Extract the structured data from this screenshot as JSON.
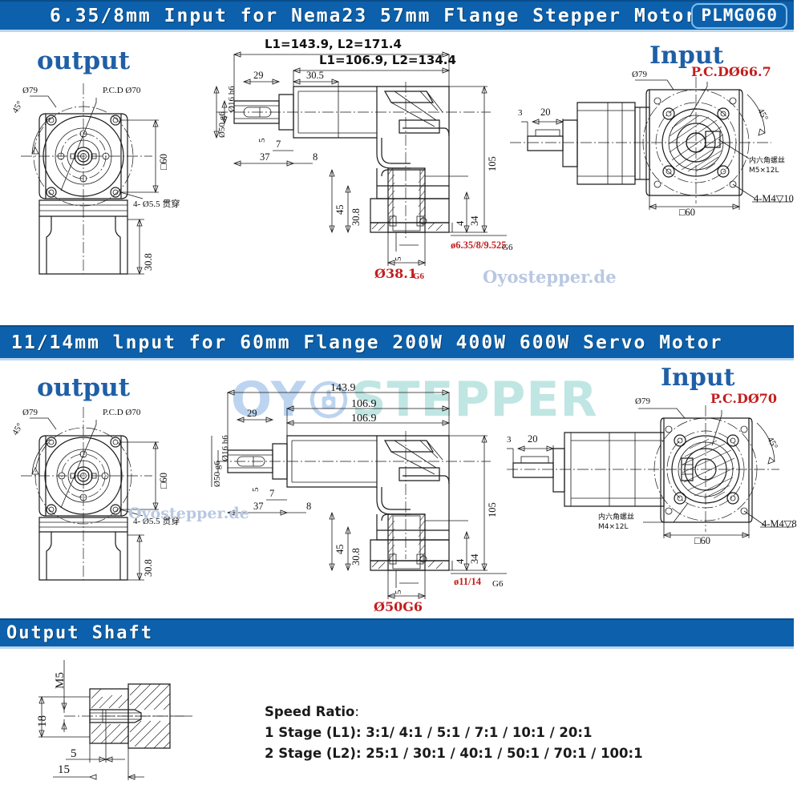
{
  "sections": {
    "stepper_header": {
      "title": "6.35/8mm Input for Nema23 57mm Flange Stepper Motor",
      "badge": "PLMG060"
    },
    "servo_header": {
      "title": "11/14mm lnput for 60mm Flange 200W 400W 600W Servo Motor"
    },
    "shaft_header": {
      "title": "Output Shaft"
    }
  },
  "labels": {
    "output": "output",
    "input": "Input"
  },
  "stepper": {
    "output_view": {
      "dia79": "Ø79",
      "pcd70": "P.C.D Ø70",
      "angle45": "45°",
      "square60": "□60",
      "holes": "4- Ø5.5 贯穿",
      "height": "30.8"
    },
    "side_view": {
      "total_len": "L1=143.9, L2=171.4",
      "body_len": "L1=106.9, L2=134.4",
      "dim29": "29",
      "dim305": "30.5",
      "shaft_dia": "Ø16 h6",
      "flange_dia": "Ø50 g6",
      "key5": "5",
      "dim7": "7",
      "dim37": "37",
      "dim8": "8",
      "dim45": "45",
      "dim308": "30.8",
      "dim105": "105",
      "dim4": "4",
      "dim34": "34",
      "key5b": "5",
      "bore_red": "ø6.35/8/9.525",
      "bore_tol": "G6",
      "pilot_red": "Ø38.1",
      "pilot_tol": "G6"
    },
    "input_view": {
      "dim3": "3",
      "dim20": "20",
      "dia79": "Ø79",
      "pcd": "P.C.DØ66.7",
      "angle45": "45°",
      "screw_cn": "内六角螺丝",
      "screw_spec": "M5×12L",
      "square60": "□60",
      "threads": "4-M4▽10"
    }
  },
  "servo": {
    "output_view": {
      "dia79": "Ø79",
      "pcd70": "P.C.D Ø70",
      "angle45": "45°",
      "square60": "□60",
      "holes": "4- Ø5.5 贯穿",
      "height": "30.8"
    },
    "side_view": {
      "total_len": "143.9",
      "body_len_1": "106.9",
      "body_len_2": "106.9",
      "dim29": "29",
      "shaft_dia": "Ø16 h6",
      "flange_dia": "Ø50 g6",
      "key5": "5",
      "dim7": "7",
      "dim37": "37",
      "dim8": "8",
      "dim45": "45",
      "dim308": "30.8",
      "dim105": "105",
      "dim4": "4",
      "dim34": "34",
      "key5b": "5",
      "bore_red": "ø11/14",
      "bore_tol": "G6",
      "pilot_red": "Ø50G6"
    },
    "input_view": {
      "dim3": "3",
      "dim20": "20",
      "dia79": "Ø79",
      "pcd": "P.C.DØ70",
      "angle45": "45°",
      "screw_cn": "内六角螺丝",
      "screw_spec": "M4×12L",
      "square60": "□60",
      "threads": "4-M4▽8"
    }
  },
  "shaft": {
    "thread": "M5",
    "dim18": "18",
    "dim5": "5",
    "dim15": "15"
  },
  "speed_ratio": {
    "heading": "Speed Ratio",
    "heading_colon": ":",
    "stage1": "1 Stage (L1): 3:1/ 4:1 / 5:1 / 7:1 / 10:1 / 20:1",
    "stage2": "2 Stage (L2): 25:1 / 30:1 / 40:1 / 50:1 / 70:1 / 100:1"
  },
  "watermarks": {
    "small_1": "Oyostepper.de",
    "small_2": "Oyostepper.de",
    "small_3": "Oyostepper.de",
    "big_oy": "OY",
    "big_stepper": "STEPPER"
  },
  "colors": {
    "band_blue": "#0d60ab",
    "title_blue": "#1f5fa6",
    "dim_red": "#c21f1f",
    "watermark_blue": "#bcd4ef",
    "watermark_teal": "#bfe6e2"
  }
}
